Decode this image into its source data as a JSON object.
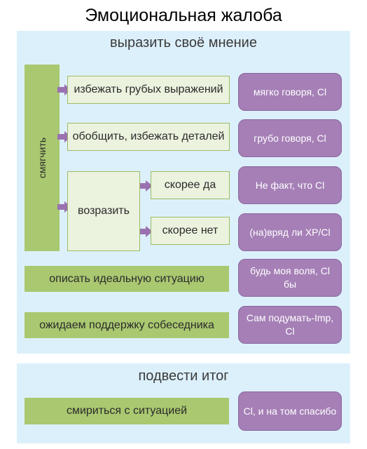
{
  "title": "Эмоциональная жалоба",
  "section1": {
    "heading": "выразить своё мнение",
    "soften_label": "смягчить",
    "avoid_rude": "избежать грубых выражений",
    "generalize": "обобщить, избежать деталей",
    "object": "возразить",
    "rather_yes": "скорее да",
    "rather_no": "скорее нет",
    "ideal": "описать идеальную ситуацию",
    "support": "ожидаем поддержку собеседника",
    "expr_mildly": "мягко говоря, Cl",
    "expr_rudely": "грубо говоря, Cl",
    "expr_not_fact": "Не факт, что Cl",
    "expr_hardly": "(на)вряд ли XP/Cl",
    "expr_my_will": "будь моя воля, Cl бы",
    "expr_think_yourself": "Сам подумать-Imp, Cl"
  },
  "section2": {
    "heading": "подвести итог",
    "resign": "смириться с ситуацией",
    "expr_thanks": "Cl, и на том спасибо"
  },
  "colors": {
    "panel": "#dcf0fb",
    "green": "#a9c870",
    "light_green": "#ebf2de",
    "purple": "#a57fb6",
    "arrow": "#9b72b0"
  }
}
